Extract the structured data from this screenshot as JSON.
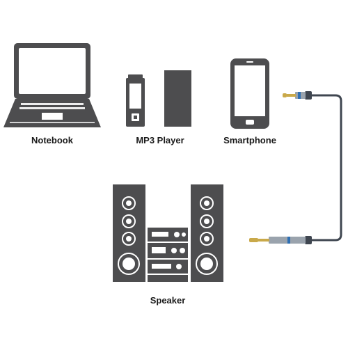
{
  "labels": {
    "notebook": "Notebook",
    "mp3_player": "MP3 Player",
    "smartphone": "Smartphone",
    "speaker": "Speaker"
  },
  "colors": {
    "device": "#4d4d4f",
    "cable": "#3f4650",
    "plug_gold": "#c9a94a",
    "plug_blue": "#2e6fb3",
    "background": "#ffffff"
  }
}
